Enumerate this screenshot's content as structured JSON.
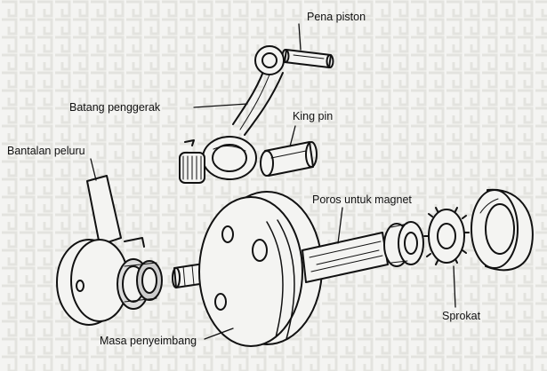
{
  "diagram": {
    "labels": {
      "pena_piston": "Pena piston",
      "batang_penggerak": "Batang penggerak",
      "king_pin": "King pin",
      "bantalan_peluru": "Bantalan peluru",
      "poros_untuk_magnet": "Poros untuk magnet",
      "sprokat": "Sprokat",
      "masa_penyeimbang": "Masa penyeimbang"
    },
    "colors": {
      "ink": "#111111",
      "paper": "#f4f4f2",
      "pattern": "#e3e3df"
    }
  }
}
